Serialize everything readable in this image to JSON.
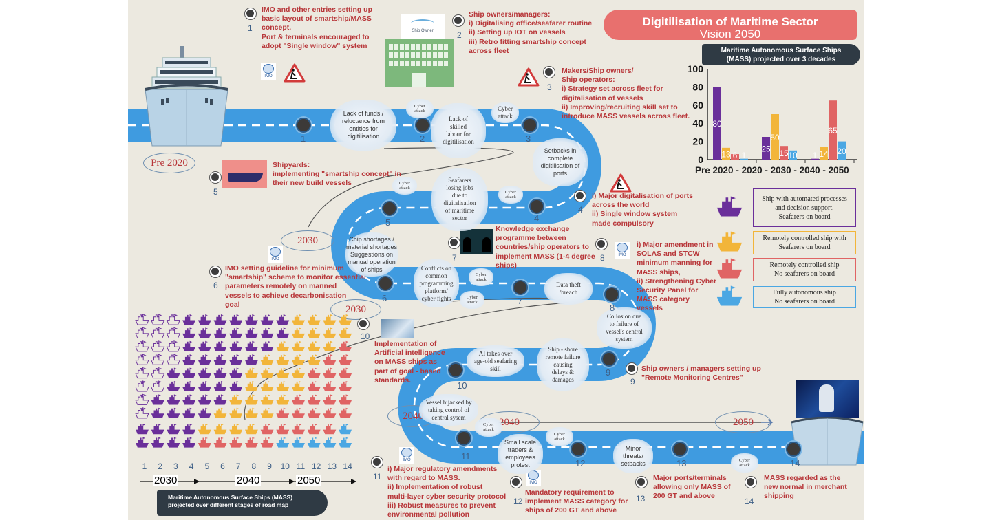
{
  "title": {
    "line1": "Digitilisation of Maritime Sector",
    "line2": "Vision 2050",
    "color": "#e8706e"
  },
  "colors": {
    "road": "#4aa3e0",
    "annotation": "#b8373a",
    "purple": "#6a2f9a",
    "yellow": "#f2b53a",
    "red": "#e06464",
    "blue": "#4ba7e3",
    "background": "#ece9e0"
  },
  "years": [
    "Pre 2020",
    "2030",
    "2030",
    "2040",
    "2040",
    "2050"
  ],
  "road_markers": [
    "1",
    "2",
    "3",
    "4",
    "5",
    "6",
    "7",
    "8",
    "9",
    "10",
    "11",
    "12",
    "13",
    "14"
  ],
  "annotations": [
    {
      "num": "1",
      "text": "IMO and other entries setting up\nbasic layout of smartship/MASS\nconcept.\nPort & terminals encouraged to\nadopt \"Single window\" system"
    },
    {
      "num": "2",
      "text": "Ship owners/managers:\ni) Digitalising office/seafarer routine\nii) Setting up IOT on vessels\niii) Retro fitting smartship concept\nacross fleet"
    },
    {
      "num": "3",
      "text": "Makers/Ship owners/\nShip operators:\ni) Strategy set across fleet for\ndigitalisation of vessels\nii) Improving/recruiting skill set to\nintroduce MASS vessels across fleet."
    },
    {
      "num": "4",
      "text": "i) Major digitalisation of ports\n   across the world\nii) Single window system\nmade compulsory"
    },
    {
      "num": "5",
      "text": "Shipyards:\nimplementing \"smartship concept\" in\ntheir new build vessels"
    },
    {
      "num": "6",
      "text": "IMO setting guideline for minimum\n\"smartship\" scheme to monitor essential\nparameters remotely on manned\nvessels to achieve decarbonisation\ngoal"
    },
    {
      "num": "7",
      "text": "Knowledge exchange\nprogramme between\ncountries/ship operators to\nimplement MASS (1-4 degree\nships)"
    },
    {
      "num": "8",
      "text": "i) Major amendment in\nSOLAS and STCW\nminimum manning for\nMASS ships,\nii) Strengthening Cyber\nSecurity Panel for\nMASS category\nvessels"
    },
    {
      "num": "9",
      "text": "Ship owners / managers setting up\n\"Remote Monitoring Centres\""
    },
    {
      "num": "10",
      "text": "Implementation of\nArtificial intelligence\non MASS ships as\npart of goal - based\nstandards."
    },
    {
      "num": "11",
      "text": "i) Major regulatory amendments\nwith regard to MASS.\nii) Implementation of robust\nmulti-layer cyber security protocol\niii) Robust measures to prevent\nenvironmental pollution"
    },
    {
      "num": "12",
      "text": "Mandatory requirement to\nimplement MASS category for\nships of 200 GT and above"
    },
    {
      "num": "13",
      "text": "Major ports/terminals\nallowing only MASS of\n200 GT and above"
    },
    {
      "num": "14",
      "text": "MASS regarded as the\nnew normal in merchant\nshipping"
    }
  ],
  "clouds": [
    "Lack of funds /\nreluctance from\nentities for\ndigitilisation",
    "Cyber\nattack",
    "Lack of\nskilled\nlabour for\ndigitilisation",
    "Cyber\nattack",
    "Setbacks in\ncomplete\ndigitilisation of\nports",
    "Cyber\nattack",
    "Seafarers\nlosing jobs\ndue to\ndigitalisation\nof maritime\nsector",
    "Cyber\nattack",
    "Chip shortages /\nmaterial shortages\nSuggestions on\nmanual operation\nof ships",
    "Conflicts on\ncommon\nprogramming\nplatform/\ncyber fights",
    "Cyber\nattack",
    "Cyber\nattack",
    "Data theft\n/breach",
    "Collosion due\nto failure of\nvessel's central\nsystem",
    "AI takes over\nage-old seafaring\nskill",
    "Ship - shore\nremote failure\ncausing\ndelays &\ndamages",
    "Vessel hijacked by\ntaking control of\ncentral sysem",
    "Cyber\nattack",
    "Cyber\nattack",
    "Small scale\ntraders &\nemployees\nprotest",
    "Minor\nthreats/\nsetbacks",
    "Cyber\nattack"
  ],
  "logos": {
    "imo": "IMO",
    "ship_owner": "Ship Owner"
  },
  "legend": [
    {
      "color": "#6a2f9a",
      "text": "Ship with automated processes\nand decision support.\nSeafarers on board"
    },
    {
      "color": "#f2b53a",
      "text": "Remotely controlled ship with\nSeafarers on board"
    },
    {
      "color": "#e06464",
      "text": "Remotely controlled ship\nNo seafarers on board"
    },
    {
      "color": "#4ba7e3",
      "text": "Fully autonomous ship\nNo seafarers on board"
    }
  ],
  "chart_data": {
    "type": "bar",
    "title": "Maritime Autonomous Surface Ships\n(MASS) projected over 3 decades",
    "categories": [
      "Pre 2020",
      "2020 - 2030",
      "2040 - 2050"
    ],
    "series": [
      {
        "color": "#6a2f9a",
        "values": [
          80,
          25,
          1
        ]
      },
      {
        "color": "#f2b53a",
        "values": [
          13,
          50,
          14
        ]
      },
      {
        "color": "#e06464",
        "values": [
          6,
          15,
          65
        ]
      },
      {
        "color": "#4ba7e3",
        "values": [
          1,
          10,
          20
        ]
      }
    ],
    "ylim": [
      0,
      100
    ],
    "yticks": [
      0,
      20,
      40,
      60,
      80,
      100
    ],
    "grid": false
  },
  "ship_grid": {
    "title": "Maritime Autonomous Surface Ships (MASS)\nprojected over different stages of road map",
    "columns": [
      "1",
      "2",
      "3",
      "4",
      "5",
      "6",
      "7",
      "8",
      "9",
      "10",
      "11",
      "12",
      "13",
      "14"
    ],
    "column_counts_outline_purple_yellow_red_blue": [
      [
        8,
        2,
        0,
        0,
        0
      ],
      [
        6,
        4,
        0,
        0,
        0
      ],
      [
        4,
        6,
        0,
        0,
        0
      ],
      [
        0,
        10,
        0,
        0,
        0
      ],
      [
        0,
        8,
        1,
        1,
        0
      ],
      [
        0,
        7,
        2,
        1,
        0
      ],
      [
        0,
        6,
        3,
        1,
        0
      ],
      [
        0,
        4,
        5,
        1,
        0
      ],
      [
        0,
        3,
        5,
        2,
        0
      ],
      [
        0,
        2,
        5,
        2,
        1
      ],
      [
        0,
        0,
        6,
        3,
        1
      ],
      [
        0,
        0,
        4,
        5,
        1
      ],
      [
        0,
        0,
        3,
        6,
        1
      ],
      [
        0,
        0,
        2,
        6,
        2
      ]
    ],
    "timeline": [
      "2030",
      "2040",
      "2050"
    ]
  }
}
